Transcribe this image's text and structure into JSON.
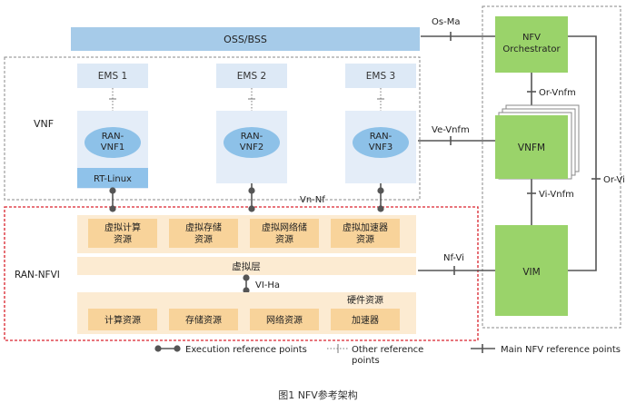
{
  "oss_bss": "OSS/BSS",
  "ems": [
    "EMS 1",
    "EMS 2",
    "EMS 3"
  ],
  "vnfs": [
    {
      "line1": "RAN-",
      "line2": "VNF1"
    },
    {
      "line1": "RAN-",
      "line2": "VNF2"
    },
    {
      "line1": "RAN-",
      "line2": "VNF3"
    }
  ],
  "rt_linux": "RT-Linux",
  "vnf_label": "VNF",
  "nfvi_label": "RAN-NFVI",
  "virtual_resources": [
    {
      "line1": "虚拟计算",
      "line2": "资源"
    },
    {
      "line1": "虚拟存储",
      "line2": "资源"
    },
    {
      "line1": "虚拟网络储",
      "line2": "资源"
    },
    {
      "line1": "虚拟加速器",
      "line2": "资源"
    }
  ],
  "virtual_layer": "虚拟层",
  "hw_title": "硬件资源",
  "hw_resources": [
    "计算资源",
    "存储资源",
    "网络资源",
    "加速器"
  ],
  "mano": {
    "orchestrator_line1": "NFV",
    "orchestrator_line2": "Orchestrator",
    "vnfm": "VNFM",
    "vim": "VIM"
  },
  "ref_points": {
    "os_ma": "Os-Ma",
    "or_vnfm": "Or-Vnfm",
    "ve_vnfm": "Ve-Vnfm",
    "vi_vnfm": "Vi-Vnfm",
    "or_vi": "Or-Vi",
    "nf_vi": "Nf-Vi",
    "vn_nf": "Vn-Nf",
    "vi_ha": "VI-Ha"
  },
  "legend": {
    "execution": "Execution reference points",
    "other_line1": "Other reference",
    "other_line2": "points",
    "main": "Main NFV reference points"
  },
  "caption": "图1  NFV参考架构",
  "colors": {
    "oss_blue": "#a6cbe9",
    "ems_bg": "#dde9f6",
    "vnf_bg": "#e4edf8",
    "ellipse": "#8dc1e8",
    "rt_linux": "#8fc2ea",
    "resource_bg": "#fcebd2",
    "resource_box": "#f8d39a",
    "mano_green": "#9ad36a",
    "line": "#555555",
    "nfvi_red": "#d9232d"
  }
}
